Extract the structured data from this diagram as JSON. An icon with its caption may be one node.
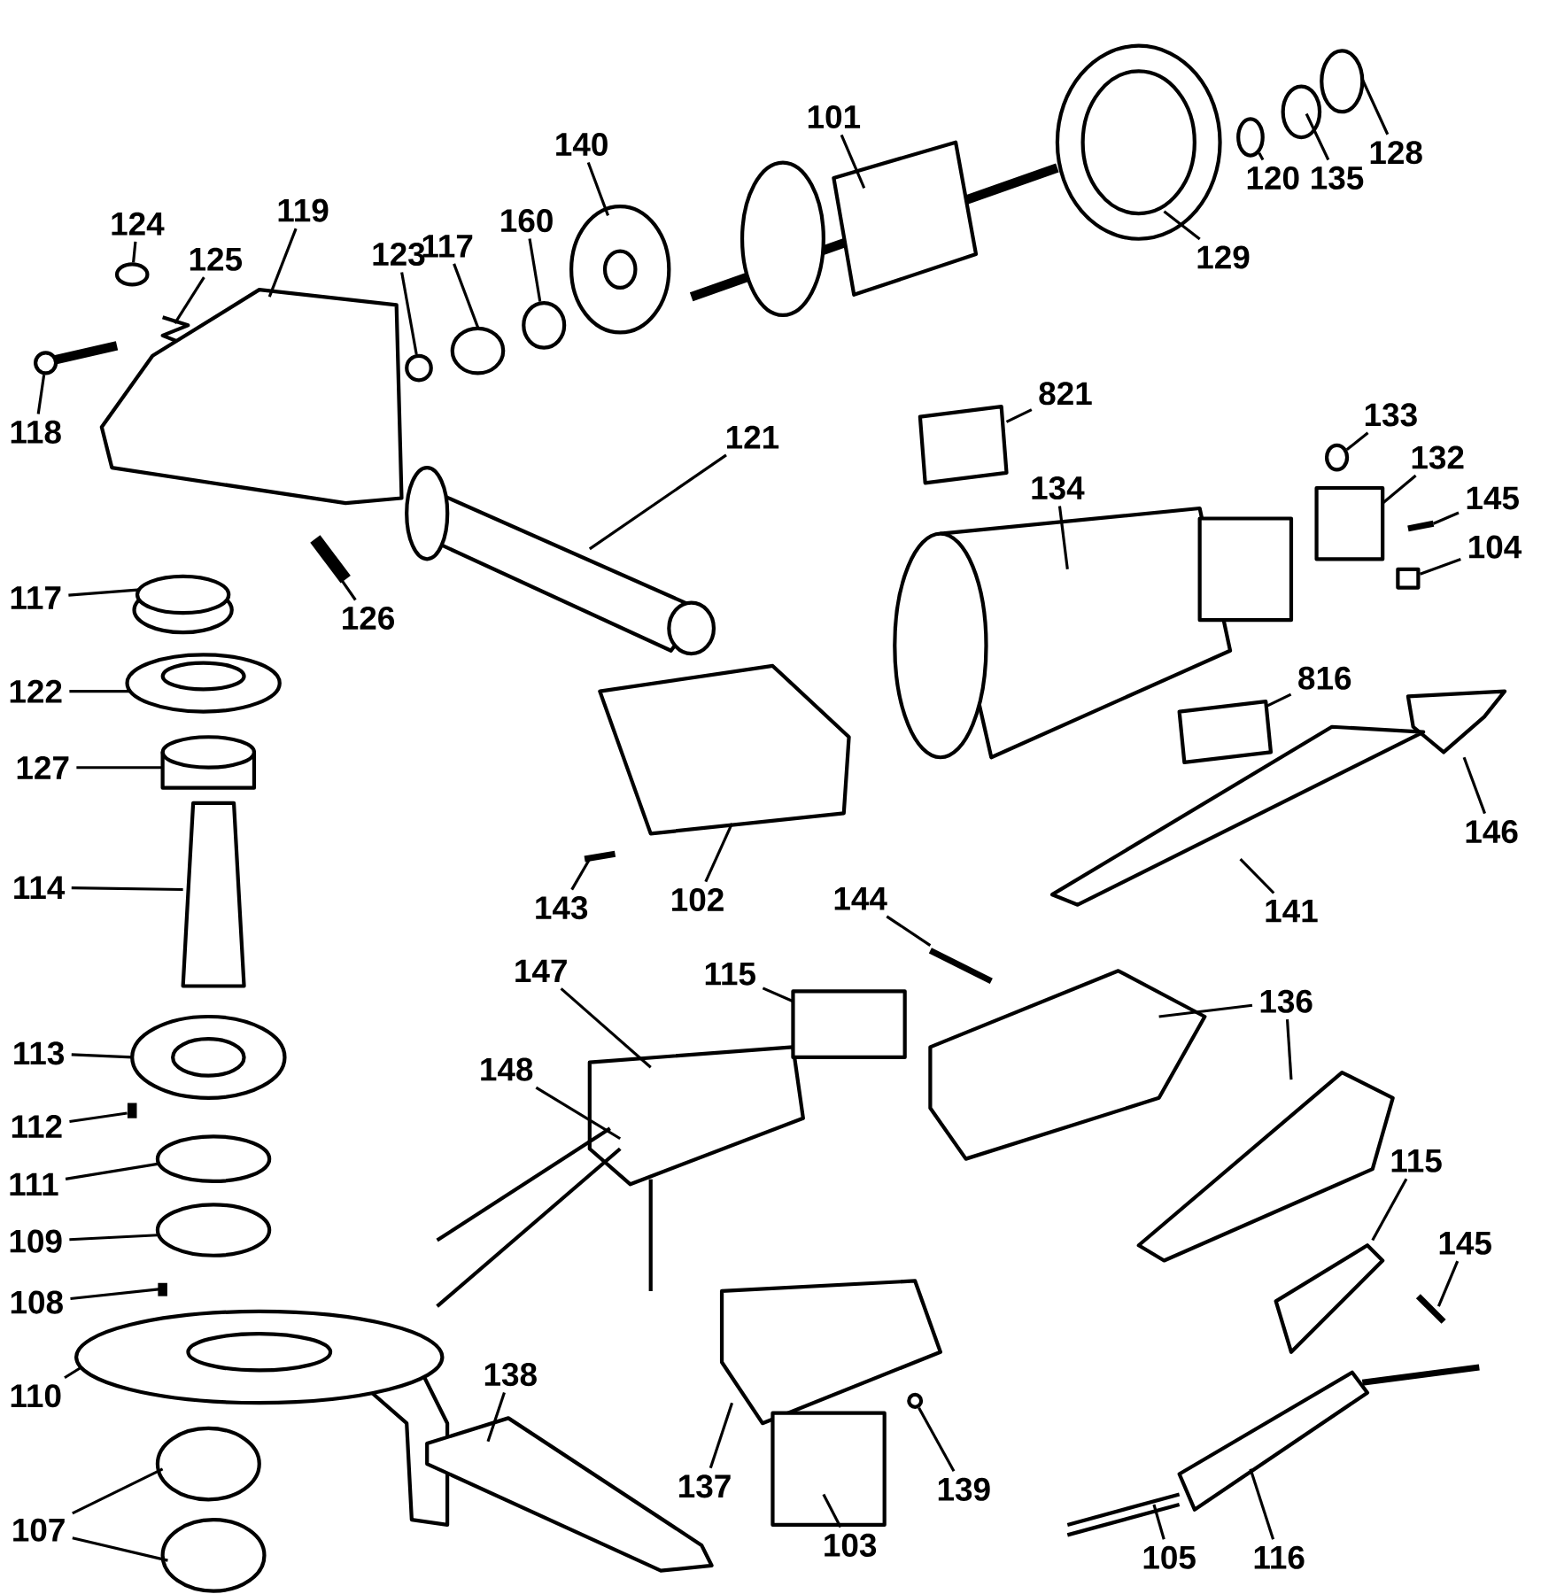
{
  "diagram": {
    "nodes": [
      {
        "text": [
          "128"
        ]
      },
      {
        "text": [
          "101"
        ]
      },
      {
        "text": [
          "140"
        ]
      },
      {
        "text": [
          "120"
        ]
      },
      {
        "text": [
          "135"
        ]
      },
      {
        "text": [
          "119"
        ]
      },
      {
        "text": [
          "160"
        ]
      },
      {
        "text": [
          "124"
        ]
      },
      {
        "text": [
          "117"
        ]
      },
      {
        "text": [
          "123"
        ]
      },
      {
        "text": [
          "129"
        ]
      },
      {
        "text": [
          "125"
        ]
      },
      {
        "text": [
          "821"
        ]
      },
      {
        "text": [
          "133"
        ]
      },
      {
        "text": [
          "118"
        ]
      },
      {
        "text": [
          "121"
        ]
      },
      {
        "text": [
          "132"
        ]
      },
      {
        "text": [
          "134"
        ]
      },
      {
        "text": [
          "145"
        ]
      },
      {
        "text": [
          "104"
        ]
      },
      {
        "text": [
          "117"
        ]
      },
      {
        "text": [
          "126"
        ]
      },
      {
        "text": [
          "816"
        ]
      },
      {
        "text": [
          "122"
        ]
      },
      {
        "text": [
          "127"
        ]
      },
      {
        "text": [
          "146"
        ]
      },
      {
        "text": [
          "114"
        ]
      },
      {
        "text": [
          "102"
        ]
      },
      {
        "text": [
          "144"
        ]
      },
      {
        "text": [
          "143"
        ]
      },
      {
        "text": [
          "141"
        ]
      },
      {
        "text": [
          "147"
        ]
      },
      {
        "text": [
          "115"
        ]
      },
      {
        "text": [
          "136"
        ]
      },
      {
        "text": [
          "113"
        ]
      },
      {
        "text": [
          "148"
        ]
      },
      {
        "text": [
          "112"
        ]
      },
      {
        "text": [
          "115"
        ]
      },
      {
        "text": [
          "111"
        ]
      },
      {
        "text": [
          "109"
        ]
      },
      {
        "text": [
          "145"
        ]
      },
      {
        "text": [
          "108"
        ]
      },
      {
        "text": [
          "138"
        ]
      },
      {
        "text": [
          "110"
        ]
      },
      {
        "text": [
          "137"
        ]
      },
      {
        "text": [
          "139"
        ]
      },
      {
        "text": [
          "107"
        ]
      },
      {
        "text": [
          "103"
        ]
      },
      {
        "text": [
          "105"
        ]
      },
      {
        "text": [
          "116"
        ]
      },
      {
        "text": [],
        "shape": "circle"
      },
      {
        "text": [],
        "shape": "circle"
      },
      {
        "text": [],
        "shape": "circle"
      },
      {
        "text": [],
        "shape": "circle"
      },
      {
        "text": [],
        "shape": "circle"
      },
      {
        "text": [],
        "shape": "circle"
      },
      {
        "text": [],
        "shape": "box"
      },
      {
        "text": [],
        "shape": "circle"
      }
    ],
    "edges": [
      {
        "from": 0,
        "to": null,
        "arrow": "none"
      },
      {
        "from": 1,
        "to": null,
        "arrow": "none"
      },
      {
        "from": 2,
        "to": null,
        "arrow": "none"
      },
      {
        "from": 3,
        "to": 50,
        "arrow": "none"
      },
      {
        "from": 4,
        "to": null,
        "arrow": "none"
      },
      {
        "from": 5,
        "to": null,
        "arrow": "none"
      },
      {
        "from": 6,
        "to": 51,
        "arrow": "none"
      },
      {
        "from": 7,
        "to": 52,
        "arrow": "none"
      },
      {
        "from": 8,
        "to": null,
        "arrow": "none"
      },
      {
        "from": 9,
        "to": 53,
        "arrow": "none"
      },
      {
        "from": 10,
        "to": null,
        "arrow": "none"
      },
      {
        "from": 11,
        "to": null,
        "arrow": "none"
      },
      {
        "from": 12,
        "to": null,
        "arrow": "none"
      },
      {
        "from": 13,
        "to": 54,
        "arrow": "none"
      },
      {
        "from": 14,
        "to": 55,
        "arrow": "none"
      },
      {
        "from": 15,
        "to": null,
        "arrow": "none"
      },
      {
        "from": 16,
        "to": null,
        "arrow": "none"
      },
      {
        "from": 17,
        "to": null,
        "arrow": "none"
      },
      {
        "from": 18,
        "to": null,
        "arrow": "none"
      },
      {
        "from": 19,
        "to": 56,
        "arrow": "none"
      },
      {
        "from": 20,
        "to": null,
        "arrow": "none"
      },
      {
        "from": 21,
        "to": null,
        "arrow": "none"
      },
      {
        "from": 22,
        "to": null,
        "arrow": "none"
      },
      {
        "from": 23,
        "to": null,
        "arrow": "none"
      },
      {
        "from": 24,
        "to": null,
        "arrow": "none"
      },
      {
        "from": 25,
        "to": null,
        "arrow": "none"
      },
      {
        "from": 26,
        "to": null,
        "arrow": "none"
      },
      {
        "from": 27,
        "to": null,
        "arrow": "none"
      },
      {
        "from": 28,
        "to": null,
        "arrow": "none"
      },
      {
        "from": 29,
        "to": null,
        "arrow": "none"
      },
      {
        "from": 30,
        "to": null,
        "arrow": "none"
      },
      {
        "from": 31,
        "to": null,
        "arrow": "none"
      },
      {
        "from": 32,
        "to": null,
        "arrow": "none"
      },
      {
        "from": 33,
        "to": null,
        "arrow": "none"
      },
      {
        "from": 33,
        "to": null,
        "arrow": "none"
      },
      {
        "from": 34,
        "to": null,
        "arrow": "none"
      },
      {
        "from": 35,
        "to": null,
        "arrow": "none"
      },
      {
        "from": 36,
        "to": null,
        "arrow": "none"
      },
      {
        "from": 37,
        "to": null,
        "arrow": "none"
      },
      {
        "from": 38,
        "to": null,
        "arrow": "none"
      },
      {
        "from": 39,
        "to": null,
        "arrow": "none"
      },
      {
        "from": 40,
        "to": null,
        "arrow": "none"
      },
      {
        "from": 41,
        "to": null,
        "arrow": "none"
      },
      {
        "from": 42,
        "to": null,
        "arrow": "none"
      },
      {
        "from": 43,
        "to": null,
        "arrow": "none"
      },
      {
        "from": 44,
        "to": null,
        "arrow": "none"
      },
      {
        "from": 45,
        "to": 57,
        "arrow": "none"
      },
      {
        "from": 46,
        "to": null,
        "arrow": "none"
      },
      {
        "from": 46,
        "to": null,
        "arrow": "none"
      },
      {
        "from": 47,
        "to": null,
        "arrow": "none"
      },
      {
        "from": 48,
        "to": null,
        "arrow": "none"
      },
      {
        "from": 49,
        "to": null,
        "arrow": "none"
      }
    ]
  }
}
